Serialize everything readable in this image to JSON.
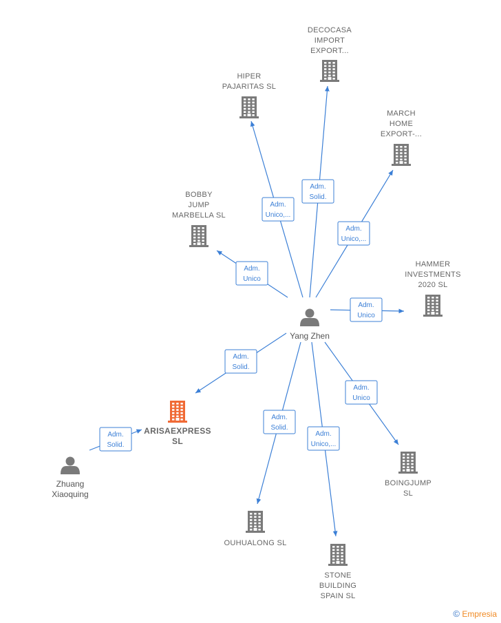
{
  "colors": {
    "edge": "#3b7fd6",
    "building": "#7a7a7a",
    "focus_building": "#f06a35",
    "person": "#7a7a7a",
    "label": "#666666"
  },
  "nodes": [
    {
      "id": "yang",
      "kind": "person",
      "icon": "person-icon",
      "lines": [
        "Yang Zhen"
      ]
    },
    {
      "id": "zhuang",
      "kind": "person",
      "icon": "person-icon",
      "lines": [
        "Zhuang",
        "Xiaoquing"
      ]
    },
    {
      "id": "arisa",
      "kind": "company",
      "focus": true,
      "icon": "building-icon",
      "lines": [
        "ARISAEXPRESS",
        "SL"
      ]
    },
    {
      "id": "decocasa",
      "kind": "company",
      "icon": "building-icon",
      "lines": [
        "DECOCASA",
        "IMPORT",
        "EXPORT..."
      ]
    },
    {
      "id": "hiper",
      "kind": "company",
      "icon": "building-icon",
      "lines": [
        "HIPER",
        "PAJARITAS  SL"
      ]
    },
    {
      "id": "march",
      "kind": "company",
      "icon": "building-icon",
      "lines": [
        "MARCH",
        "HOME",
        "EXPORT-..."
      ]
    },
    {
      "id": "bobby",
      "kind": "company",
      "icon": "building-icon",
      "lines": [
        "BOBBY",
        "JUMP",
        "MARBELLA  SL"
      ]
    },
    {
      "id": "hammer",
      "kind": "company",
      "icon": "building-icon",
      "lines": [
        "HAMMER",
        "INVESTMENTS",
        "2020  SL"
      ]
    },
    {
      "id": "boingjump",
      "kind": "company",
      "icon": "building-icon",
      "lines": [
        "BOINGJUMP",
        "SL"
      ]
    },
    {
      "id": "ouhualong",
      "kind": "company",
      "icon": "building-icon",
      "lines": [
        "OUHUALONG SL"
      ]
    },
    {
      "id": "stone",
      "kind": "company",
      "icon": "building-icon",
      "lines": [
        "STONE",
        "BUILDING",
        "SPAIN  SL"
      ]
    }
  ],
  "edges": [
    {
      "from": "yang",
      "to": "decocasa",
      "label": [
        "Adm.",
        "Solid."
      ]
    },
    {
      "from": "yang",
      "to": "hiper",
      "label": [
        "Adm.",
        "Unico,..."
      ]
    },
    {
      "from": "yang",
      "to": "march",
      "label": [
        "Adm.",
        "Unico,..."
      ]
    },
    {
      "from": "yang",
      "to": "bobby",
      "label": [
        "Adm.",
        "Unico"
      ]
    },
    {
      "from": "yang",
      "to": "hammer",
      "label": [
        "Adm.",
        "Unico"
      ]
    },
    {
      "from": "yang",
      "to": "arisa",
      "label": [
        "Adm.",
        "Solid."
      ]
    },
    {
      "from": "yang",
      "to": "boingjump",
      "label": [
        "Adm.",
        "Unico"
      ]
    },
    {
      "from": "yang",
      "to": "ouhualong",
      "label": [
        "Adm.",
        "Solid."
      ]
    },
    {
      "from": "yang",
      "to": "stone",
      "label": [
        "Adm.",
        "Unico,..."
      ]
    },
    {
      "from": "zhuang",
      "to": "arisa",
      "label": [
        "Adm.",
        "Solid."
      ]
    }
  ],
  "watermark": {
    "symbol": "©",
    "text": "Empresia"
  }
}
